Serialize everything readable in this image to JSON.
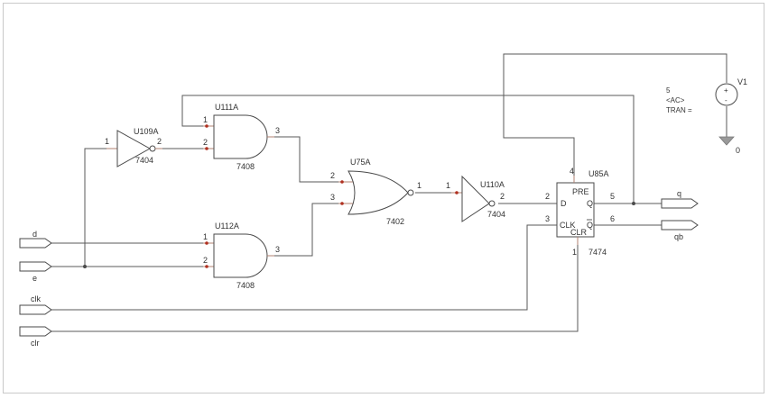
{
  "components": {
    "u109a": {
      "ref": "U109A",
      "part": "7404",
      "pin_in": "1",
      "pin_out": "2"
    },
    "u111a": {
      "ref": "U111A",
      "part": "7408",
      "pin_a": "1",
      "pin_b": "2",
      "pin_out": "3"
    },
    "u112a": {
      "ref": "U112A",
      "part": "7408",
      "pin_a": "1",
      "pin_b": "2",
      "pin_out": "3"
    },
    "u75a": {
      "ref": "U75A",
      "part": "7402",
      "pin_a": "2",
      "pin_b": "3",
      "pin_out": "1"
    },
    "u110a": {
      "ref": "U110A",
      "part": "7404",
      "pin_in": "1",
      "pin_out": "2"
    },
    "u85a": {
      "ref": "U85A",
      "part": "7474",
      "pin_pre": "4",
      "pin_d": "2",
      "pin_clk": "3",
      "pin_q": "5",
      "pin_qb": "6",
      "pin_clr": "1",
      "label_d": "D",
      "label_pre": "PRE",
      "label_q": "Q",
      "label_clk": "CLK",
      "label_qb": "Q",
      "label_clr": "CLR"
    },
    "v1": {
      "ref": "V1",
      "value": "5",
      "ac": "<AC>",
      "tran": "TRAN =",
      "ground": "0",
      "plus": "+",
      "minus": "-"
    }
  },
  "ports": {
    "d": "d",
    "e": "e",
    "clk": "clk",
    "clr": "clr",
    "q": "q",
    "qb": "qb"
  }
}
